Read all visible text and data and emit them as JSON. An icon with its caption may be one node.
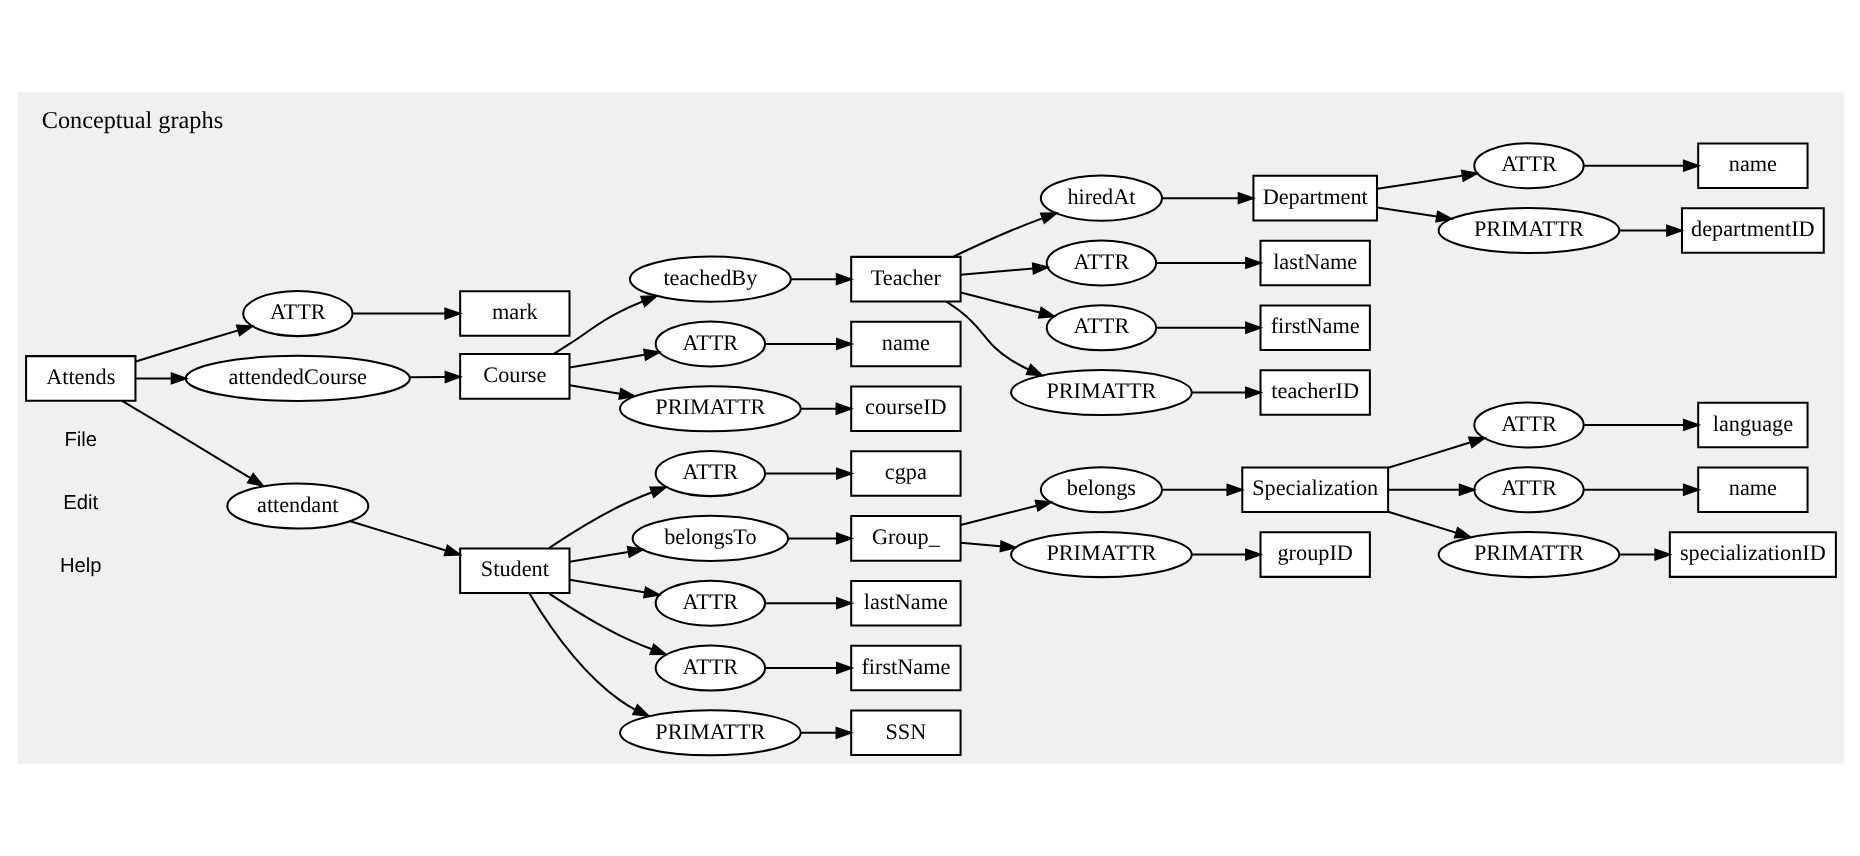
{
  "diagram": {
    "title": "Conceptual graphs",
    "nodes": [
      {
        "text": [
          "Attends"
        ]
      },
      {
        "text": [
          "ATTR"
        ]
      },
      {
        "text": [
          "mark"
        ]
      },
      {
        "text": [
          "attendedCourse"
        ]
      },
      {
        "text": [
          "Course"
        ]
      },
      {
        "text": [
          "teachedBy"
        ]
      },
      {
        "text": [
          "Teacher"
        ]
      },
      {
        "text": [
          "hiredAt"
        ]
      },
      {
        "text": [
          "Department"
        ]
      },
      {
        "text": [
          "ATTR"
        ]
      },
      {
        "text": [
          "name"
        ]
      },
      {
        "text": [
          "PRIMATTR"
        ]
      },
      {
        "text": [
          "departmentID"
        ]
      },
      {
        "text": [
          "ATTR"
        ]
      },
      {
        "text": [
          "lastName"
        ]
      },
      {
        "text": [
          "ATTR"
        ]
      },
      {
        "text": [
          "firstName"
        ]
      },
      {
        "text": [
          "PRIMATTR"
        ]
      },
      {
        "text": [
          "teacherID"
        ]
      },
      {
        "text": [
          "ATTR"
        ]
      },
      {
        "text": [
          "name"
        ]
      },
      {
        "text": [
          "PRIMATTR"
        ]
      },
      {
        "text": [
          "courseID"
        ]
      },
      {
        "text": [
          "attendant"
        ]
      },
      {
        "text": [
          "Student"
        ]
      },
      {
        "text": [
          "ATTR"
        ]
      },
      {
        "text": [
          "cgpa"
        ]
      },
      {
        "text": [
          "belongsTo"
        ]
      },
      {
        "text": [
          "Group_"
        ]
      },
      {
        "text": [
          "belongs"
        ]
      },
      {
        "text": [
          "Specialization"
        ]
      },
      {
        "text": [
          "ATTR"
        ]
      },
      {
        "text": [
          "language"
        ]
      },
      {
        "text": [
          "ATTR"
        ]
      },
      {
        "text": [
          "name"
        ]
      },
      {
        "text": [
          "PRIMATTR"
        ]
      },
      {
        "text": [
          "specializationID"
        ]
      },
      {
        "text": [
          "PRIMATTR"
        ]
      },
      {
        "text": [
          "groupID"
        ]
      },
      {
        "text": [
          "ATTR"
        ]
      },
      {
        "text": [
          "lastName"
        ]
      },
      {
        "text": [
          "ATTR"
        ]
      },
      {
        "text": [
          "firstName"
        ]
      },
      {
        "text": [
          "PRIMATTR"
        ]
      },
      {
        "text": [
          "SSN"
        ]
      }
    ],
    "edges": [
      {
        "from": 0,
        "to": 1,
        "arrow": "to"
      },
      {
        "from": 1,
        "to": 2,
        "arrow": "to"
      },
      {
        "from": 0,
        "to": 3,
        "arrow": "to"
      },
      {
        "from": 3,
        "to": 4,
        "arrow": "to"
      },
      {
        "from": 4,
        "to": 5,
        "arrow": "to"
      },
      {
        "from": 5,
        "to": 6,
        "arrow": "to"
      },
      {
        "from": 6,
        "to": 7,
        "arrow": "to"
      },
      {
        "from": 7,
        "to": 8,
        "arrow": "to"
      },
      {
        "from": 8,
        "to": 9,
        "arrow": "to"
      },
      {
        "from": 9,
        "to": 10,
        "arrow": "to"
      },
      {
        "from": 8,
        "to": 11,
        "arrow": "to"
      },
      {
        "from": 11,
        "to": 12,
        "arrow": "to"
      },
      {
        "from": 6,
        "to": 13,
        "arrow": "to"
      },
      {
        "from": 13,
        "to": 14,
        "arrow": "to"
      },
      {
        "from": 6,
        "to": 15,
        "arrow": "to"
      },
      {
        "from": 15,
        "to": 16,
        "arrow": "to"
      },
      {
        "from": 6,
        "to": 17,
        "arrow": "to"
      },
      {
        "from": 17,
        "to": 18,
        "arrow": "to"
      },
      {
        "from": 4,
        "to": 19,
        "arrow": "to"
      },
      {
        "from": 19,
        "to": 20,
        "arrow": "to"
      },
      {
        "from": 4,
        "to": 21,
        "arrow": "to"
      },
      {
        "from": 21,
        "to": 22,
        "arrow": "to"
      },
      {
        "from": 0,
        "to": 23,
        "arrow": "to"
      },
      {
        "from": 23,
        "to": 24,
        "arrow": "to"
      },
      {
        "from": 24,
        "to": 25,
        "arrow": "to"
      },
      {
        "from": 25,
        "to": 26,
        "arrow": "to"
      },
      {
        "from": 24,
        "to": 27,
        "arrow": "to"
      },
      {
        "from": 27,
        "to": 28,
        "arrow": "to"
      },
      {
        "from": 28,
        "to": 29,
        "arrow": "to"
      },
      {
        "from": 29,
        "to": 30,
        "arrow": "to"
      },
      {
        "from": 30,
        "to": 31,
        "arrow": "to"
      },
      {
        "from": 31,
        "to": 32,
        "arrow": "to"
      },
      {
        "from": 30,
        "to": 33,
        "arrow": "to"
      },
      {
        "from": 33,
        "to": 34,
        "arrow": "to"
      },
      {
        "from": 30,
        "to": 35,
        "arrow": "to"
      },
      {
        "from": 35,
        "to": 36,
        "arrow": "to"
      },
      {
        "from": 28,
        "to": 37,
        "arrow": "to"
      },
      {
        "from": 37,
        "to": 38,
        "arrow": "to"
      },
      {
        "from": 24,
        "to": 39,
        "arrow": "to"
      },
      {
        "from": 39,
        "to": 40,
        "arrow": "to"
      },
      {
        "from": 24,
        "to": 41,
        "arrow": "to"
      },
      {
        "from": 41,
        "to": 42,
        "arrow": "to"
      },
      {
        "from": 24,
        "to": 43,
        "arrow": "to"
      },
      {
        "from": 43,
        "to": 44,
        "arrow": "to"
      }
    ],
    "labels": [
      "File",
      "Edit",
      "Help"
    ]
  }
}
